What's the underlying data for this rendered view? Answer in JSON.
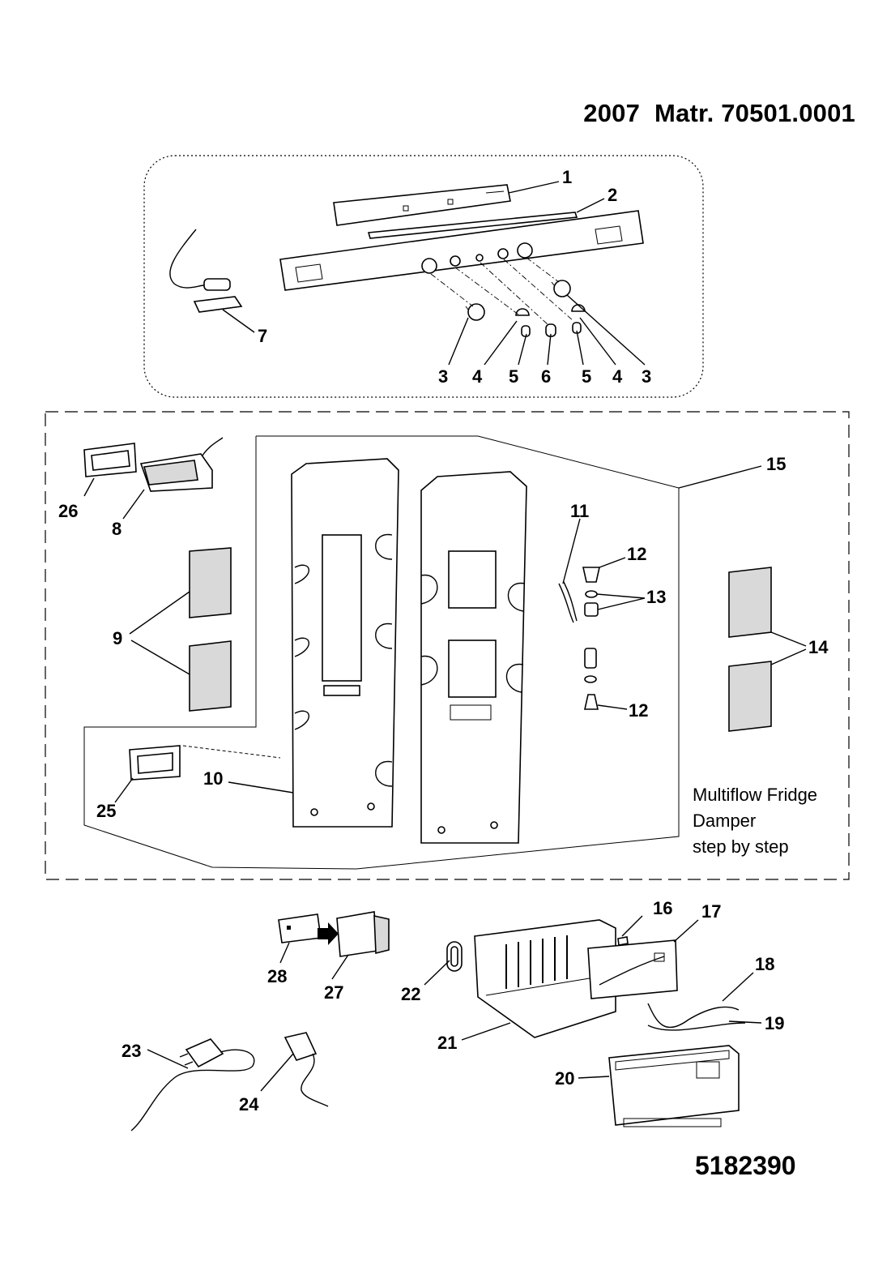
{
  "header": {
    "year": "2007",
    "matr": "Matr. 70501.0001"
  },
  "document_number": "5182390",
  "note": {
    "line1": "Multiflow Fridge",
    "line2": "Damper",
    "line3": "step by step"
  },
  "callouts": [
    "1",
    "2",
    "3",
    "4",
    "5",
    "6",
    "5",
    "4",
    "3",
    "7",
    "15",
    "11",
    "12",
    "13",
    "14",
    "12",
    "26",
    "8",
    "9",
    "10",
    "25",
    "16",
    "17",
    "18",
    "19",
    "20",
    "21",
    "22",
    "23",
    "24",
    "27",
    "28"
  ]
}
